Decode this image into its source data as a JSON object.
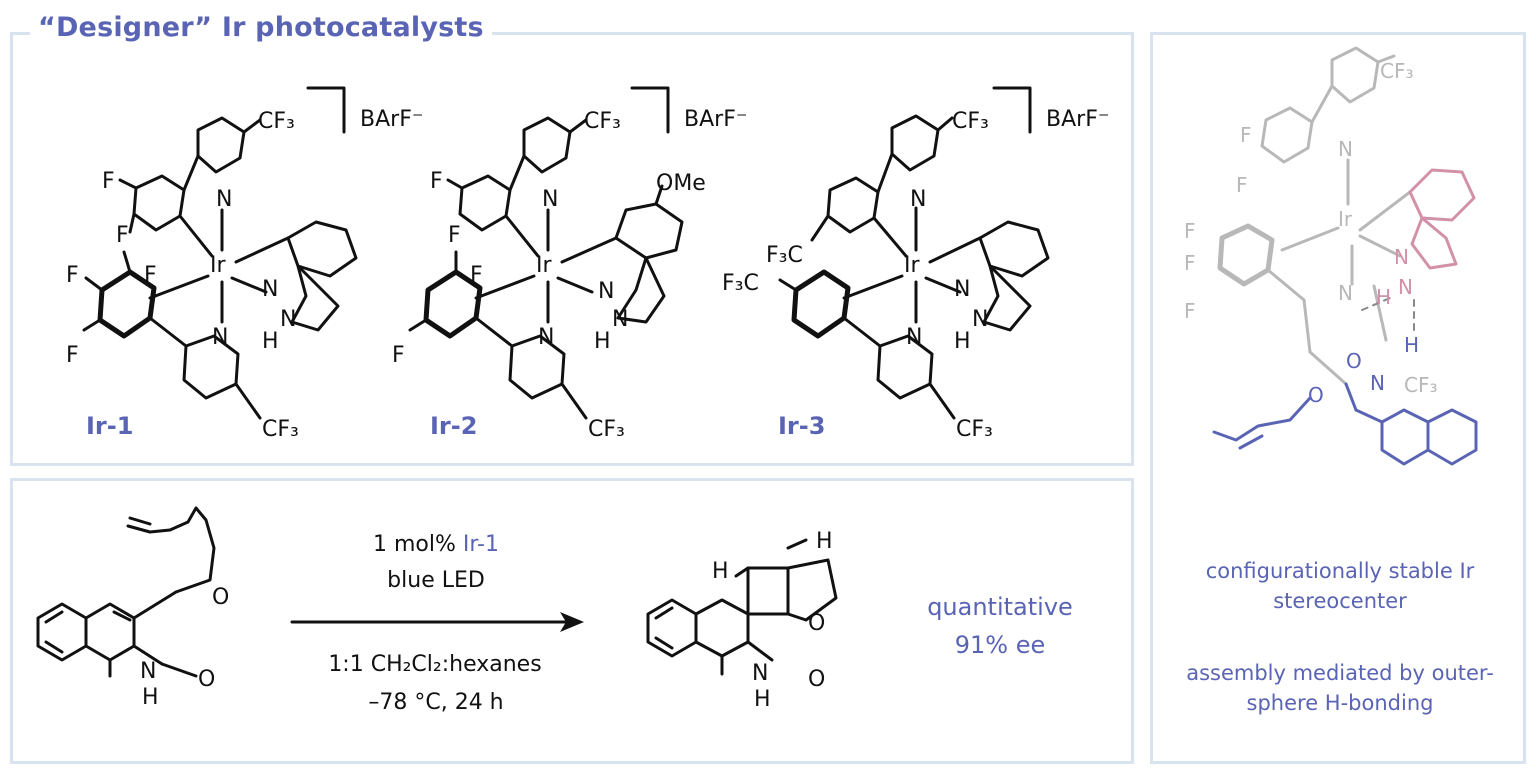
{
  "panel_title": "“Designer” Ir photocatalysts",
  "catalysts": [
    {
      "label": "Ir-1",
      "counterion": "BArF⁻"
    },
    {
      "label": "Ir-2",
      "counterion": "BArF⁻",
      "extra": "OMe"
    },
    {
      "label": "Ir-3",
      "counterion": "BArF⁻"
    }
  ],
  "atoms": {
    "ir": "Ir",
    "n": "N",
    "h": "H",
    "f": "F",
    "cf3": "CF₃",
    "f3c": "F₃C",
    "o": "O"
  },
  "reaction": {
    "cond1_pre": "1 mol% ",
    "cond1_cat": "Ir-1",
    "cond2": "blue LED",
    "cond3": "1:1 CH₂Cl₂:hexanes",
    "cond4": "–78 °C, 24 h",
    "yield": "quantitative",
    "ee": "91% ee"
  },
  "model_notes": {
    "note1": "configurationally stable Ir stereocenter",
    "note2": "assembly mediated by outer-sphere H-bonding"
  },
  "colors": {
    "accent": "#5a64b4",
    "pink": "#d291a8",
    "grey": "#b8b8b8",
    "border": "#d9e3f0"
  }
}
